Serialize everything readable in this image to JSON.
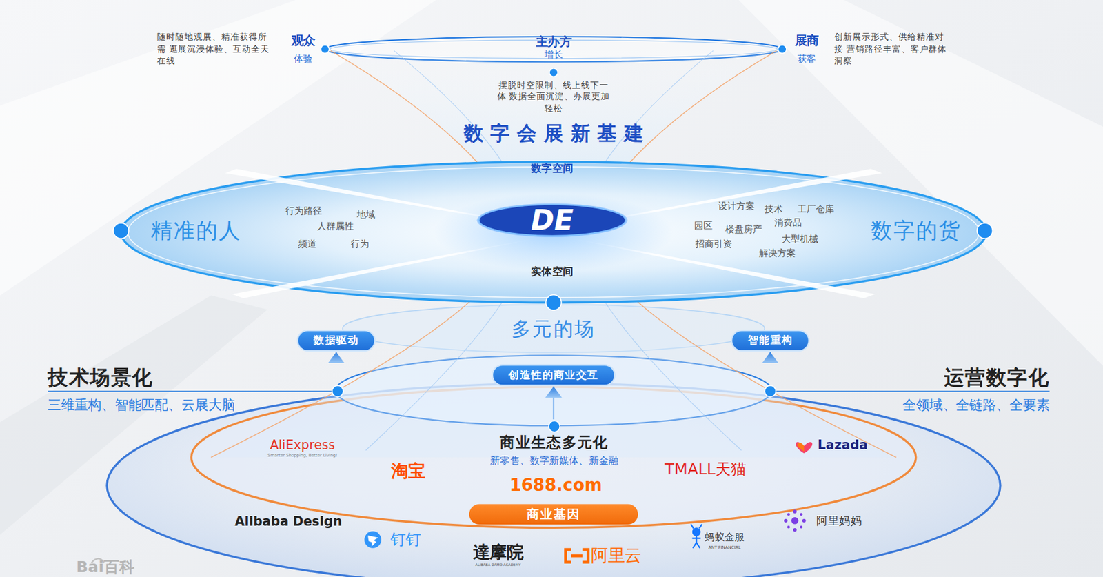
{
  "diagram": {
    "title": "数字会展新基建",
    "nodes": [
      {
        "text": [
          "主办方",
          "增长",
          "摆脱时空限制、线上线下一体 数据全面沉淀、办展更加轻松"
        ]
      },
      {
        "text": [
          "观众",
          "体验",
          "随时随地观展、精准获得所需 逛展沉浸体验、互动全天在线"
        ]
      },
      {
        "text": [
          "展商",
          "获客",
          "创新展示形式、供给精准对接 营销路径丰富、客户群体洞察"
        ]
      },
      {
        "text": [
          "数字空间",
          "DE",
          "实体空间"
        ]
      },
      {
        "text": [
          "精准的人"
        ]
      },
      {
        "text": [
          "数字的货"
        ]
      },
      {
        "text": [
          "多元的场"
        ]
      },
      {
        "text": [
          "数据驱动"
        ]
      },
      {
        "text": [
          "智能重构"
        ]
      },
      {
        "text": [
          "创造性的商业交互"
        ]
      },
      {
        "text": [
          "技术场景化",
          "三维重构、智能匹配、云展大脑"
        ]
      },
      {
        "text": [
          "运营数字化",
          "全领域、全链路、全要素"
        ]
      },
      {
        "text": [
          "商业生态多元化",
          "新零售、数字新媒体、新金融"
        ]
      },
      {
        "text": [
          "商业基因"
        ]
      }
    ],
    "edges": [
      {
        "from": 10,
        "to": 7,
        "arrow": "to"
      },
      {
        "from": 11,
        "to": 8,
        "arrow": "to"
      },
      {
        "from": 12,
        "to": 9,
        "arrow": "to"
      }
    ],
    "labels": [
      "行为路径",
      "地域",
      "人群属性",
      "频道",
      "行为",
      "设计方案",
      "技术",
      "工厂仓库",
      "园区",
      "楼盘房产",
      "消费品",
      "大型机械",
      "招商引资",
      "解决方案",
      "AliExpress",
      "Smarter Shopping, Better Living!",
      "淘宝",
      "1688.com",
      "TMALL天猫",
      "Lazada",
      "Alibaba Design",
      "钉钉",
      "達摩院",
      "ALIBABA DAMO ACADEMY",
      "阿里云",
      "蚂蚁金服",
      "ANT FINANCIAL",
      "阿里妈妈",
      "Bai百科"
    ]
  }
}
